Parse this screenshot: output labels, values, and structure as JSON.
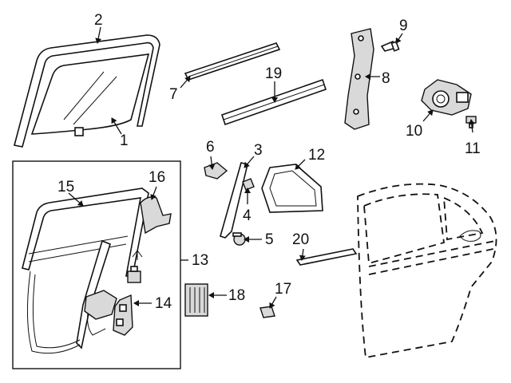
{
  "labels": {
    "l1": "1",
    "l2": "2",
    "l3": "3",
    "l4": "4",
    "l5": "5",
    "l6": "6",
    "l7": "7",
    "l8": "8",
    "l9": "9",
    "l10": "10",
    "l11": "11",
    "l12": "12",
    "l13": "13",
    "l14": "14",
    "l15": "15",
    "l16": "16",
    "l17": "17",
    "l18": "18",
    "l19": "19",
    "l20": "20"
  },
  "colors": {
    "line": "#111111",
    "background": "#ffffff",
    "shade": "#d9d9d9"
  }
}
